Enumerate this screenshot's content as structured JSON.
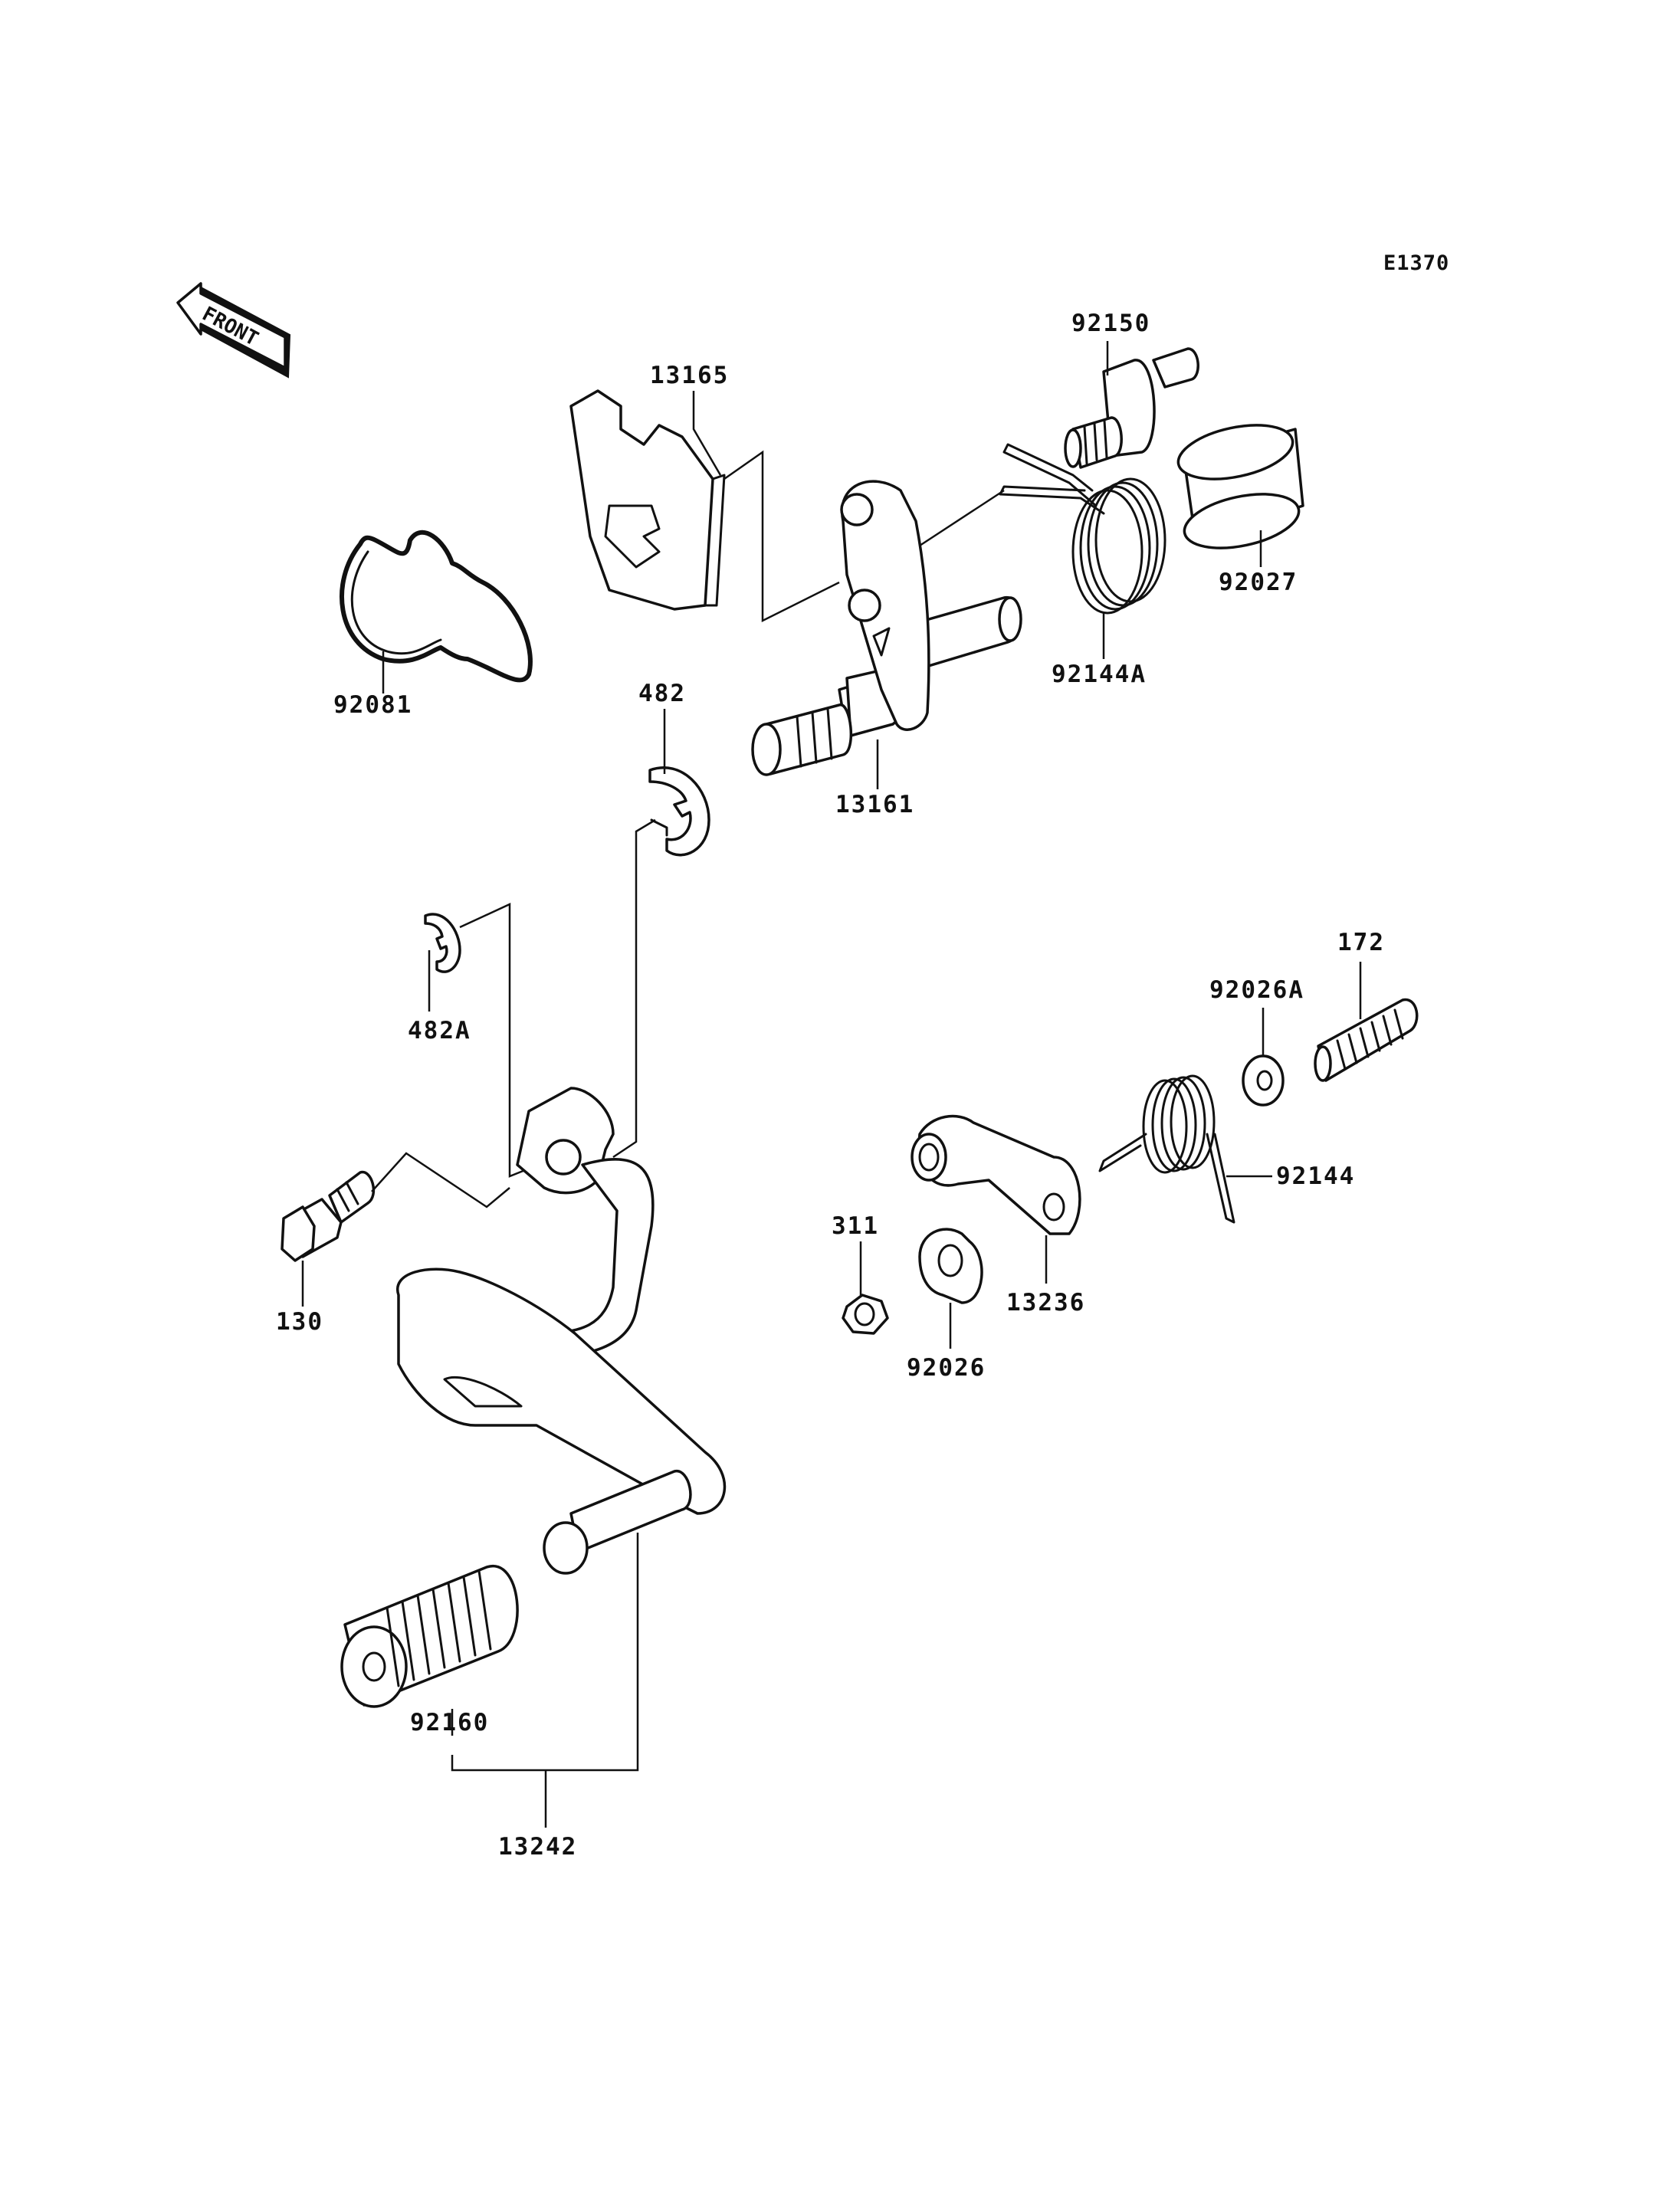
{
  "diagram_code": "E1370",
  "front_indicator": "FRONT",
  "parts": [
    {
      "id": "p13165",
      "label": "13165",
      "name": "shift-plate"
    },
    {
      "id": "p92150",
      "label": "92150",
      "name": "bolt"
    },
    {
      "id": "p92027",
      "label": "92027",
      "name": "collar"
    },
    {
      "id": "p92144A",
      "label": "92144A",
      "name": "return-spring"
    },
    {
      "id": "p92081",
      "label": "92081",
      "name": "oil-seal-ring"
    },
    {
      "id": "p482",
      "label": "482",
      "name": "circlip"
    },
    {
      "id": "p13161",
      "label": "13161",
      "name": "shift-shaft"
    },
    {
      "id": "p482A",
      "label": "482A",
      "name": "e-clip"
    },
    {
      "id": "p172",
      "label": "172",
      "name": "stud-bolt"
    },
    {
      "id": "p92026A",
      "label": "92026A",
      "name": "washer"
    },
    {
      "id": "p92144",
      "label": "92144",
      "name": "torsion-spring"
    },
    {
      "id": "p311",
      "label": "311",
      "name": "nut"
    },
    {
      "id": "p13236",
      "label": "13236",
      "name": "lever"
    },
    {
      "id": "p92026",
      "label": "92026",
      "name": "collar-washer"
    },
    {
      "id": "p130",
      "label": "130",
      "name": "flange-bolt"
    },
    {
      "id": "p92160",
      "label": "92160",
      "name": "pedal-rubber"
    },
    {
      "id": "p13242",
      "label": "13242",
      "name": "shift-pedal"
    }
  ]
}
